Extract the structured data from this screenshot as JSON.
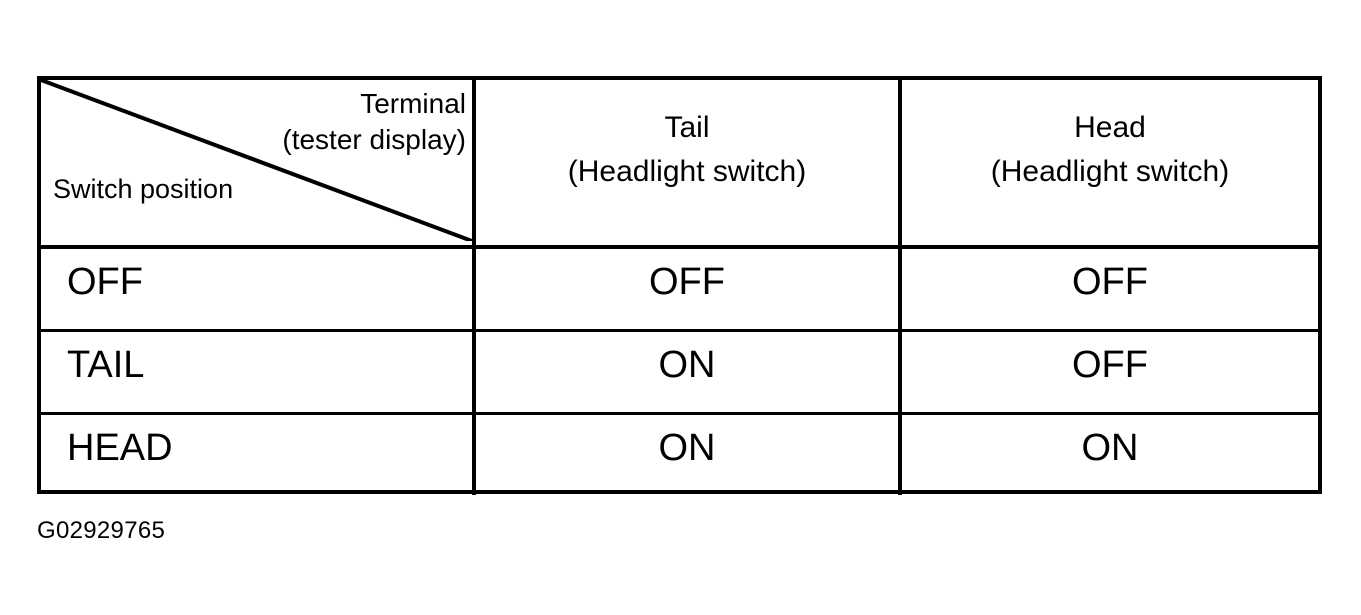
{
  "figure": {
    "caption": "G02929765"
  },
  "table": {
    "corner": {
      "terminal_line1": "Terminal",
      "terminal_line2": "(tester display)",
      "switch_position_label": "Switch position",
      "diagonal": "diagonal-divider"
    },
    "columns": [
      {
        "key": "switch_position",
        "header_line1": "",
        "header_line2": ""
      },
      {
        "key": "tail",
        "header_line1": "Tail",
        "header_line2": "(Headlight switch)"
      },
      {
        "key": "head",
        "header_line1": "Head",
        "header_line2": "(Headlight switch)"
      }
    ],
    "rows": [
      {
        "position": "OFF",
        "tail": "OFF",
        "head": "OFF"
      },
      {
        "position": "TAIL",
        "tail": "ON",
        "head": "OFF"
      },
      {
        "position": "HEAD",
        "tail": "ON",
        "head": "ON"
      }
    ]
  },
  "style": {
    "ink": "#000000",
    "paper": "#ffffff"
  }
}
